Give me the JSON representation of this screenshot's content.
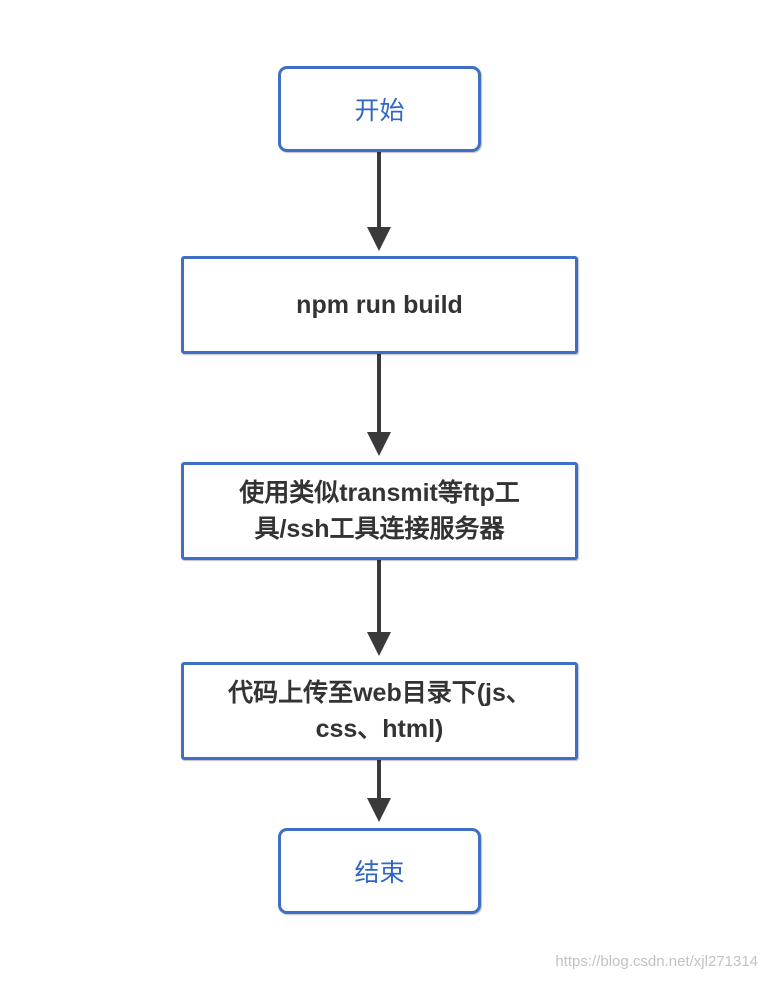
{
  "diagram": {
    "nodes": [
      {
        "id": "start",
        "kind": "terminal",
        "label": "开始"
      },
      {
        "id": "build",
        "kind": "process",
        "label": "npm run build"
      },
      {
        "id": "connect",
        "kind": "process",
        "label_lines": [
          "使用类似transmit等ftp工",
          "具/ssh工具连接服务器"
        ]
      },
      {
        "id": "upload",
        "kind": "process",
        "label_lines": [
          "代码上传至web目录下(js、",
          "css、html)"
        ]
      },
      {
        "id": "end",
        "kind": "terminal",
        "label": "结束"
      }
    ],
    "edges": [
      {
        "from": "start",
        "to": "build"
      },
      {
        "from": "build",
        "to": "connect"
      },
      {
        "from": "connect",
        "to": "upload"
      },
      {
        "from": "upload",
        "to": "end"
      }
    ]
  },
  "watermark": "https://blog.csdn.net/xjl271314",
  "colors": {
    "node_border": "#3f6fc4",
    "terminal_text": "#3066c4",
    "process_text": "#333333",
    "arrow": "#3a3a3a",
    "watermark": "#c2c2c2"
  }
}
